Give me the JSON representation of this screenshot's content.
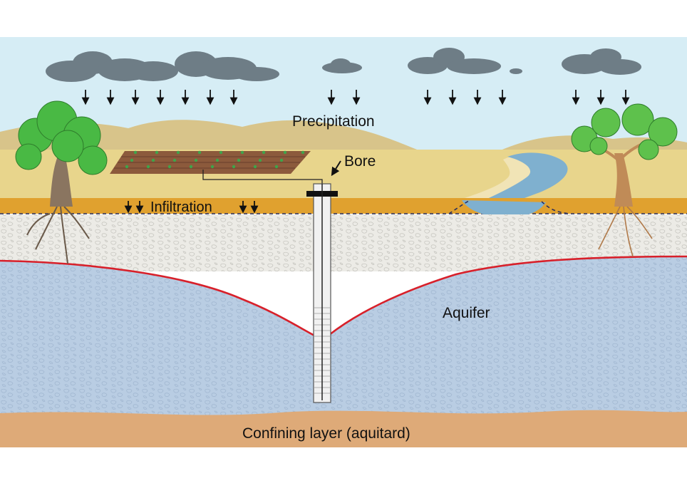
{
  "labels": {
    "precipitation": "Precipitation",
    "bore": "Bore",
    "infiltration": "Infiltration",
    "aquifer": "Aquifer",
    "confining_layer": "Confining layer (aquitard)"
  },
  "colors": {
    "sky": "#d6edf5",
    "hills": "#d8c48a",
    "field": "#e8d58c",
    "topsoil": "#e0a12f",
    "unsaturated_zone": "#ecebe6",
    "aquifer": "#b9cde3",
    "aquitard": "#deaa78",
    "water_table": "#d8202a",
    "cloud": "#6e7d86",
    "river": "#7fb0cf",
    "tree_foliage": "#49b944",
    "tree_trunk": "#8a7560"
  }
}
